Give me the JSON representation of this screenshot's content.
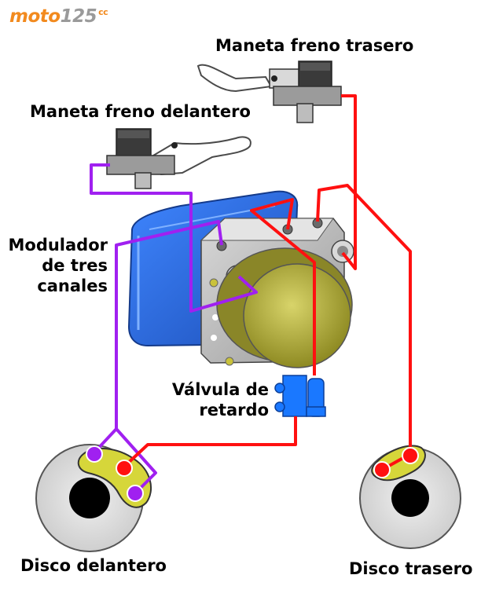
{
  "logo": {
    "brand": "moto",
    "number": "125",
    "suffix": "cc"
  },
  "labels": {
    "rear_lever": "Maneta freno trasero",
    "front_lever": "Maneta freno delantero",
    "modulator_line1": "Modulador",
    "modulator_line2": "de tres",
    "modulator_line3": "canales",
    "valve_line1": "Válvula de",
    "valve_line2": "retardo",
    "front_disc": "Disco delantero",
    "rear_disc": "Disco trasero"
  },
  "colors": {
    "front_circuit": "#a020f0",
    "rear_circuit": "#ff1010",
    "valve": "#1a78ff",
    "modulator_body": "#2a6be0",
    "logo_orange": "#f28a1e",
    "logo_gray": "#9a9a9a"
  }
}
